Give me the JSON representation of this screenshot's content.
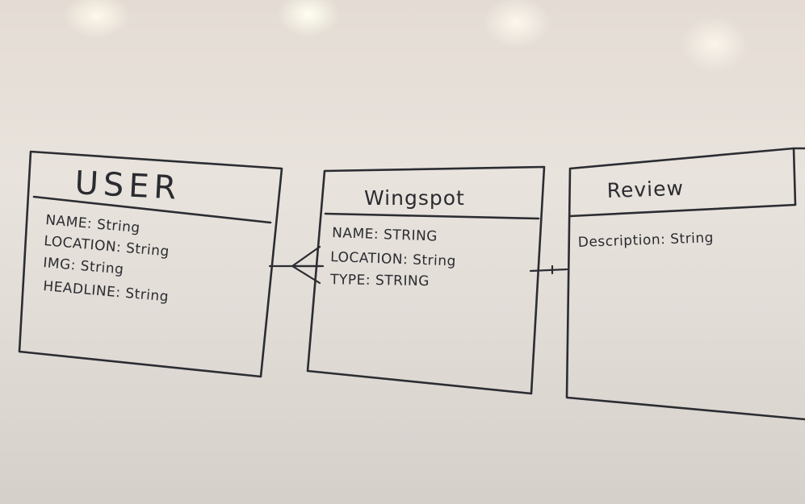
{
  "entities": {
    "user": {
      "title": "USER",
      "attributes": [
        "NAME: String",
        "LOCATION: String",
        "IMG: String",
        "HEADLINE: String"
      ]
    },
    "wingspot": {
      "title": "Wingspot",
      "attributes": [
        "NAME: STRING",
        "LOCATION: String",
        "TYPE: STRING"
      ]
    },
    "review": {
      "title": "Review",
      "attributes": [
        "Description: String"
      ]
    }
  },
  "colors": {
    "marker": "#2b2d32",
    "board": "#e6e0da"
  }
}
